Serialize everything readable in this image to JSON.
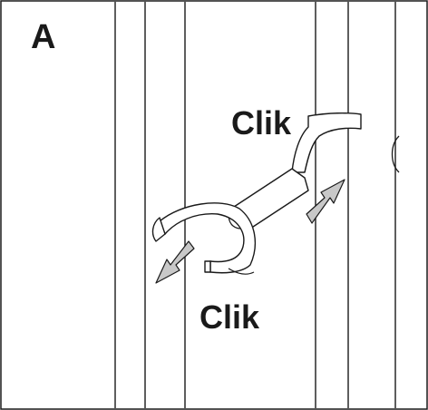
{
  "panel": {
    "letter": "A"
  },
  "labels": {
    "click_upper": "Clik",
    "click_lower": "Clik"
  },
  "colors": {
    "line": "#1a1a1a",
    "arrow_fill": "#c8c8c8",
    "background": "#ffffff"
  },
  "icons": {
    "arrow_right": "arrow-upper-right-icon",
    "arrow_left": "arrow-lower-left-icon"
  }
}
